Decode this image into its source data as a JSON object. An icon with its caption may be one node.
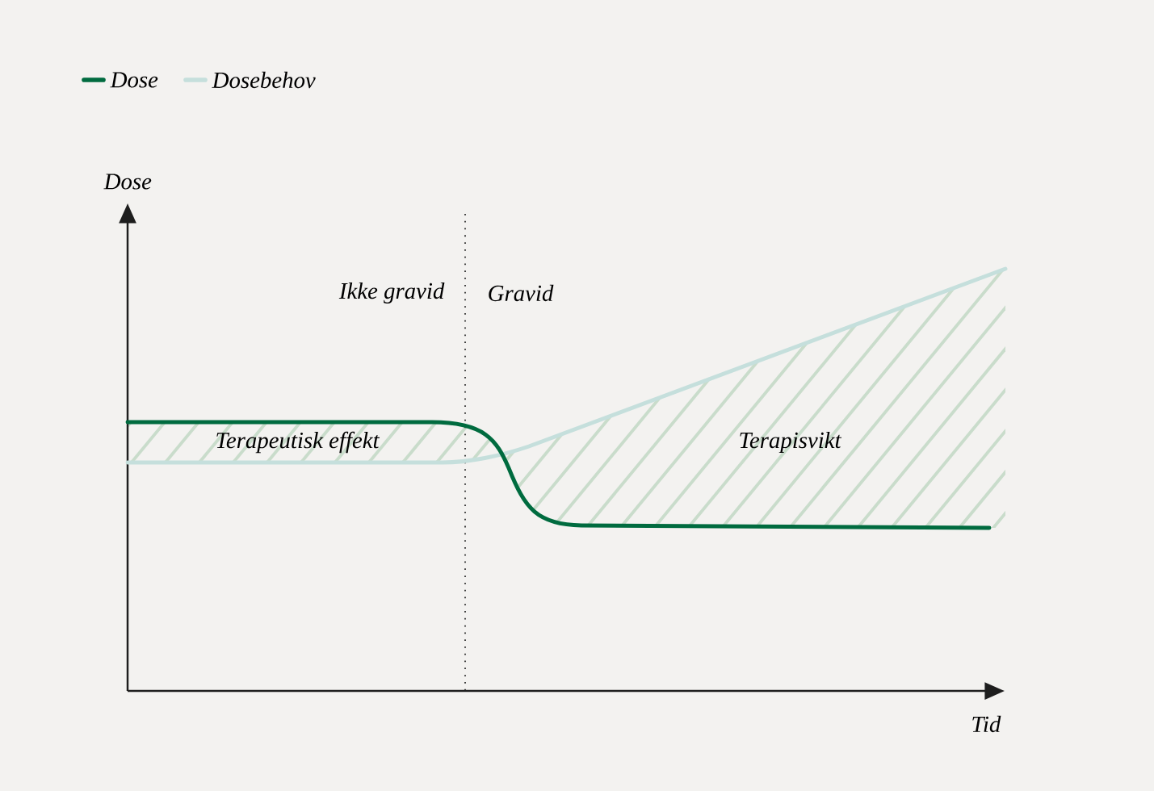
{
  "diagram": {
    "labels": [
      "Dose",
      "Ikke gravid",
      "Gravid",
      "Terapeutisk effekt",
      "Terapisvikt",
      "Tid"
    ],
    "legend": [
      {
        "text": "Dose"
      },
      {
        "text": "Dosebehov"
      }
    ]
  }
}
